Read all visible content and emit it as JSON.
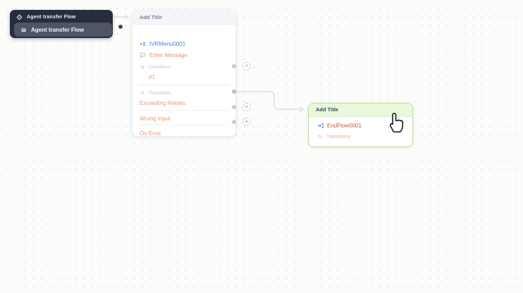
{
  "canvas": {
    "background": "#fcfcfb",
    "dot_color": "#e8e6e2"
  },
  "agent_node": {
    "title": "Agent transfer Flow",
    "subtitle": "Agent transfer Flow",
    "bg": "#272d3f",
    "pill_bg": "#4e5566"
  },
  "ivr_card": {
    "title": "Add Title",
    "menu_item": "IVRMenu0001",
    "message_item": "Enter Message",
    "conditions_label": "Conditions",
    "condition_1": "#1",
    "transitions_label": "Transitions",
    "transitions": [
      "Exceeding Retries",
      "Wrong Input",
      "On Error"
    ],
    "accent_blue": "#4d7fe0",
    "accent_orange": "#e8996c"
  },
  "end_card": {
    "title": "Add Title",
    "node_item": "EndFlow0001",
    "transitions_label": "Transitions",
    "header_bg": "#e9f7da",
    "border": "#b9e29e",
    "node_color": "#bf5e3d"
  },
  "icons": {
    "plus": "+"
  },
  "edges": {
    "color": "#d6d9e0"
  }
}
